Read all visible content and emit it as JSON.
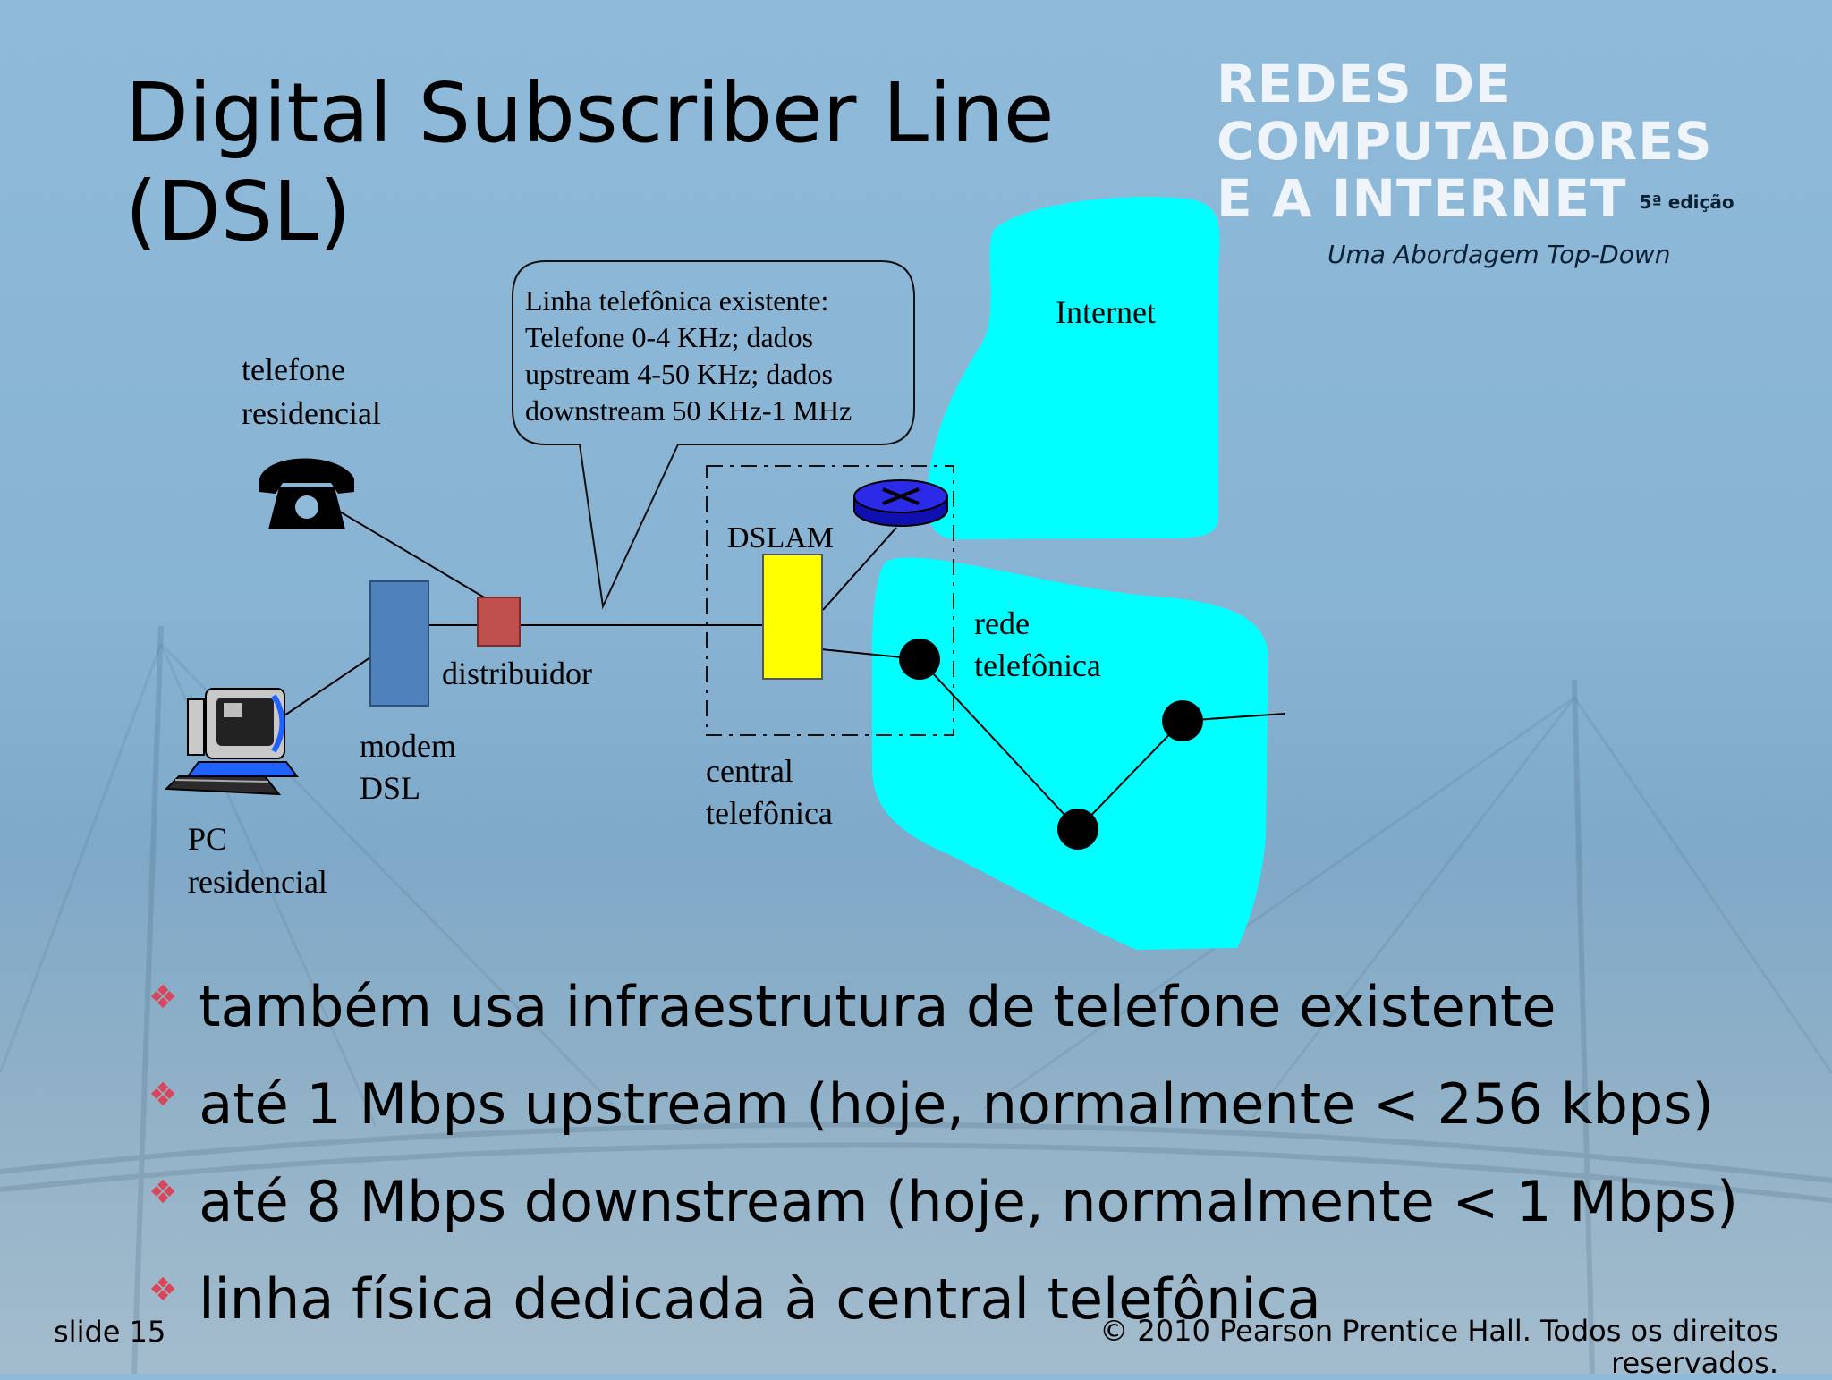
{
  "slide": {
    "title_line1": "Digital Subscriber Line",
    "title_line2": "(DSL)",
    "brand": {
      "line1": "REDES DE",
      "line2": "COMPUTADORES",
      "line3": "E A INTERNET",
      "edition": "5ª edição",
      "subtitle": "Uma Abordagem Top-Down"
    },
    "footer": {
      "slide_number": "slide 15",
      "copyright": "© 2010 Pearson Prentice Hall. Todos os direitos reservados."
    }
  },
  "diagram": {
    "callout_lines": [
      "Linha telefônica existente:",
      "Telefone 0-4 KHz; dados",
      "upstream 4-50 KHz; dados",
      "downstream 50 KHz-1 MHz"
    ],
    "labels": {
      "telefone_line1": "telefone",
      "telefone_line2": "residencial",
      "pc_line1": "PC",
      "pc_line2": "residencial",
      "modem_line1": "modem",
      "modem_line2": "DSL",
      "distribuidor": "distribuidor",
      "dslam": "DSLAM",
      "central_line1": "central",
      "central_line2": "telefônica",
      "internet": "Internet",
      "rede_line1": "rede",
      "rede_line2": "telefônica"
    },
    "colors": {
      "cloud": "#00ffff",
      "modem": "#4f81bd",
      "splitter": "#c0504d",
      "dslam": "#ffff00",
      "router": "#1a1ad6"
    }
  },
  "bullets": [
    "também usa infraestrutura de telefone existente",
    "até 1 Mbps upstream (hoje, normalmente < 256 kbps)",
    "até 8 Mbps downstream (hoje, normalmente < 1 Mbps)",
    "linha física dedicada à central telefônica"
  ],
  "icons": {
    "bullet": "diamond-cluster-icon",
    "phone": "telephone-icon",
    "pc": "computer-icon",
    "router": "router-icon"
  }
}
